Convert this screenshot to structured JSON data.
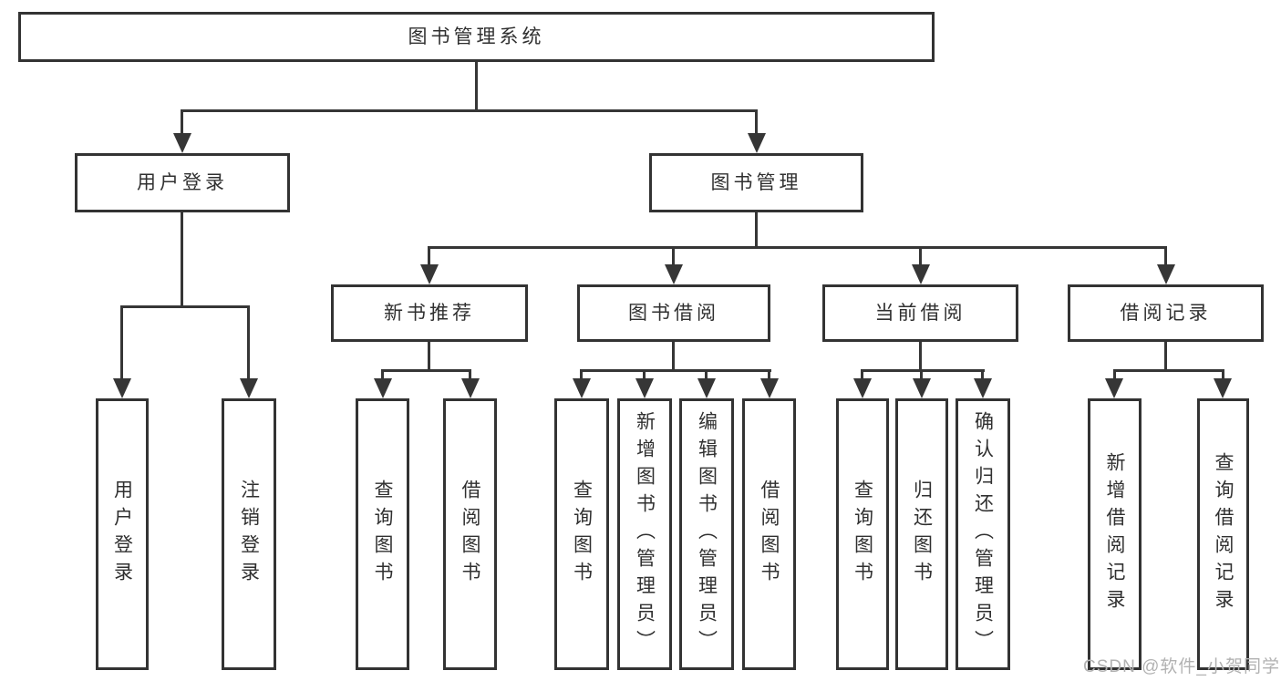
{
  "tree": {
    "label": "图书管理系统",
    "children": [
      {
        "label": "用户登录",
        "children": [
          {
            "label": "用户登录"
          },
          {
            "label": "注销登录"
          }
        ]
      },
      {
        "label": "图书管理",
        "children": [
          {
            "label": "新书推荐",
            "children": [
              {
                "label": "查询图书"
              },
              {
                "label": "借阅图书"
              }
            ]
          },
          {
            "label": "图书借阅",
            "children": [
              {
                "label": "查询图书"
              },
              {
                "label": "新增图书（管理员）"
              },
              {
                "label": "编辑图书（管理员）"
              },
              {
                "label": "借阅图书"
              }
            ]
          },
          {
            "label": "当前借阅",
            "children": [
              {
                "label": "查询图书"
              },
              {
                "label": "归还图书"
              },
              {
                "label": "确认归还（管理员）"
              }
            ]
          },
          {
            "label": "借阅记录",
            "children": [
              {
                "label": "新增借阅记录"
              },
              {
                "label": "查询借阅记录"
              }
            ]
          }
        ]
      }
    ]
  },
  "watermark": {
    "text": "CSDN @软件_小贺同学"
  },
  "colors": {
    "line": "#363636",
    "border": "#333333",
    "text": "#303030",
    "background": "#ffffff",
    "watermark": "#b2b2b2"
  }
}
